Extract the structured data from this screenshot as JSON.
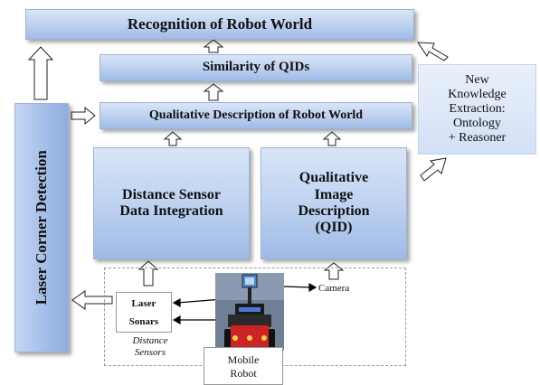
{
  "diagram": {
    "recognition": "Recognition of Robot World",
    "similarity": "Similarity of QIDs",
    "qualitative_description": "Qualitative Description of Robot World",
    "distance_integration": [
      "Distance Sensor",
      "Data Integration"
    ],
    "qid": [
      "Qualitative",
      "Image",
      "Description",
      "(QID)"
    ],
    "new_knowledge": [
      "New",
      "Knowledge",
      "Extraction:",
      "Ontology",
      "+ Reasoner"
    ],
    "laser_corner": "Laser Corner Detection",
    "sensors": {
      "laser": "Laser",
      "sonars": "Sonars"
    },
    "distance_sensors": [
      "Distance",
      "Sensors"
    ],
    "camera": "Camera",
    "mobile_robot": [
      "Mobile",
      "Robot"
    ]
  }
}
